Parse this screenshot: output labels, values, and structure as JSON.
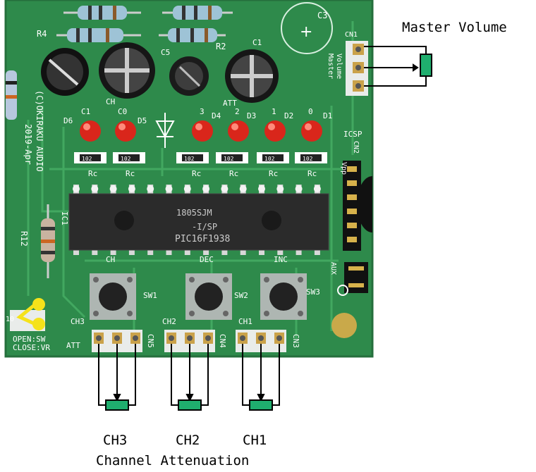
{
  "board": {
    "resistors_top": [
      "R4",
      "R2"
    ],
    "caps": [
      "C3",
      "C5",
      "C1",
      "CH",
      "ATT"
    ],
    "leds": [
      "D6",
      "C1",
      "C0",
      "D5",
      "3",
      "D4",
      "2",
      "D3",
      "1",
      "D2",
      "0",
      "D1"
    ],
    "rc_label": "Rc",
    "rc_value": "102",
    "silk_vertical": [
      "(C)OKIRAKU AUDIO",
      "2019-Apr"
    ],
    "ic": {
      "line1": "1805SJM",
      "line2": "-I/SP",
      "line3": "PIC16F1938",
      "ref": "IC1"
    },
    "r12": "R12",
    "switches": [
      {
        "label": "SW1",
        "top": "CH"
      },
      {
        "label": "SW2",
        "top": "DEC"
      },
      {
        "label": "SW3",
        "top": "INC"
      }
    ],
    "connectors": [
      {
        "ch": "CH3",
        "cn": "CN5"
      },
      {
        "ch": "CH2",
        "cn": "CN4"
      },
      {
        "ch": "CH1",
        "cn": "CN3"
      }
    ],
    "att_label": "ATT",
    "jumper_label": [
      "OPEN:SW",
      "CLOSE:VR"
    ],
    "jumper_num": "10",
    "cn1": "CN1",
    "master_silk": [
      "Master",
      "Volume"
    ],
    "icsp": "ICSP",
    "cn2": "CN2",
    "vpp": "Vpp",
    "aux": "AUX"
  },
  "annotations": {
    "master_volume": "Master Volume",
    "ch_labels": [
      "CH3",
      "CH2",
      "CH1"
    ],
    "channel_attenuation": "Channel Attenuation"
  },
  "colors": {
    "pcb": "#2f8a4c",
    "pcb_trace": "#3aa25a",
    "pot": "#1fae6e",
    "led": "#e0271c",
    "jumper": "#f5e21a"
  }
}
